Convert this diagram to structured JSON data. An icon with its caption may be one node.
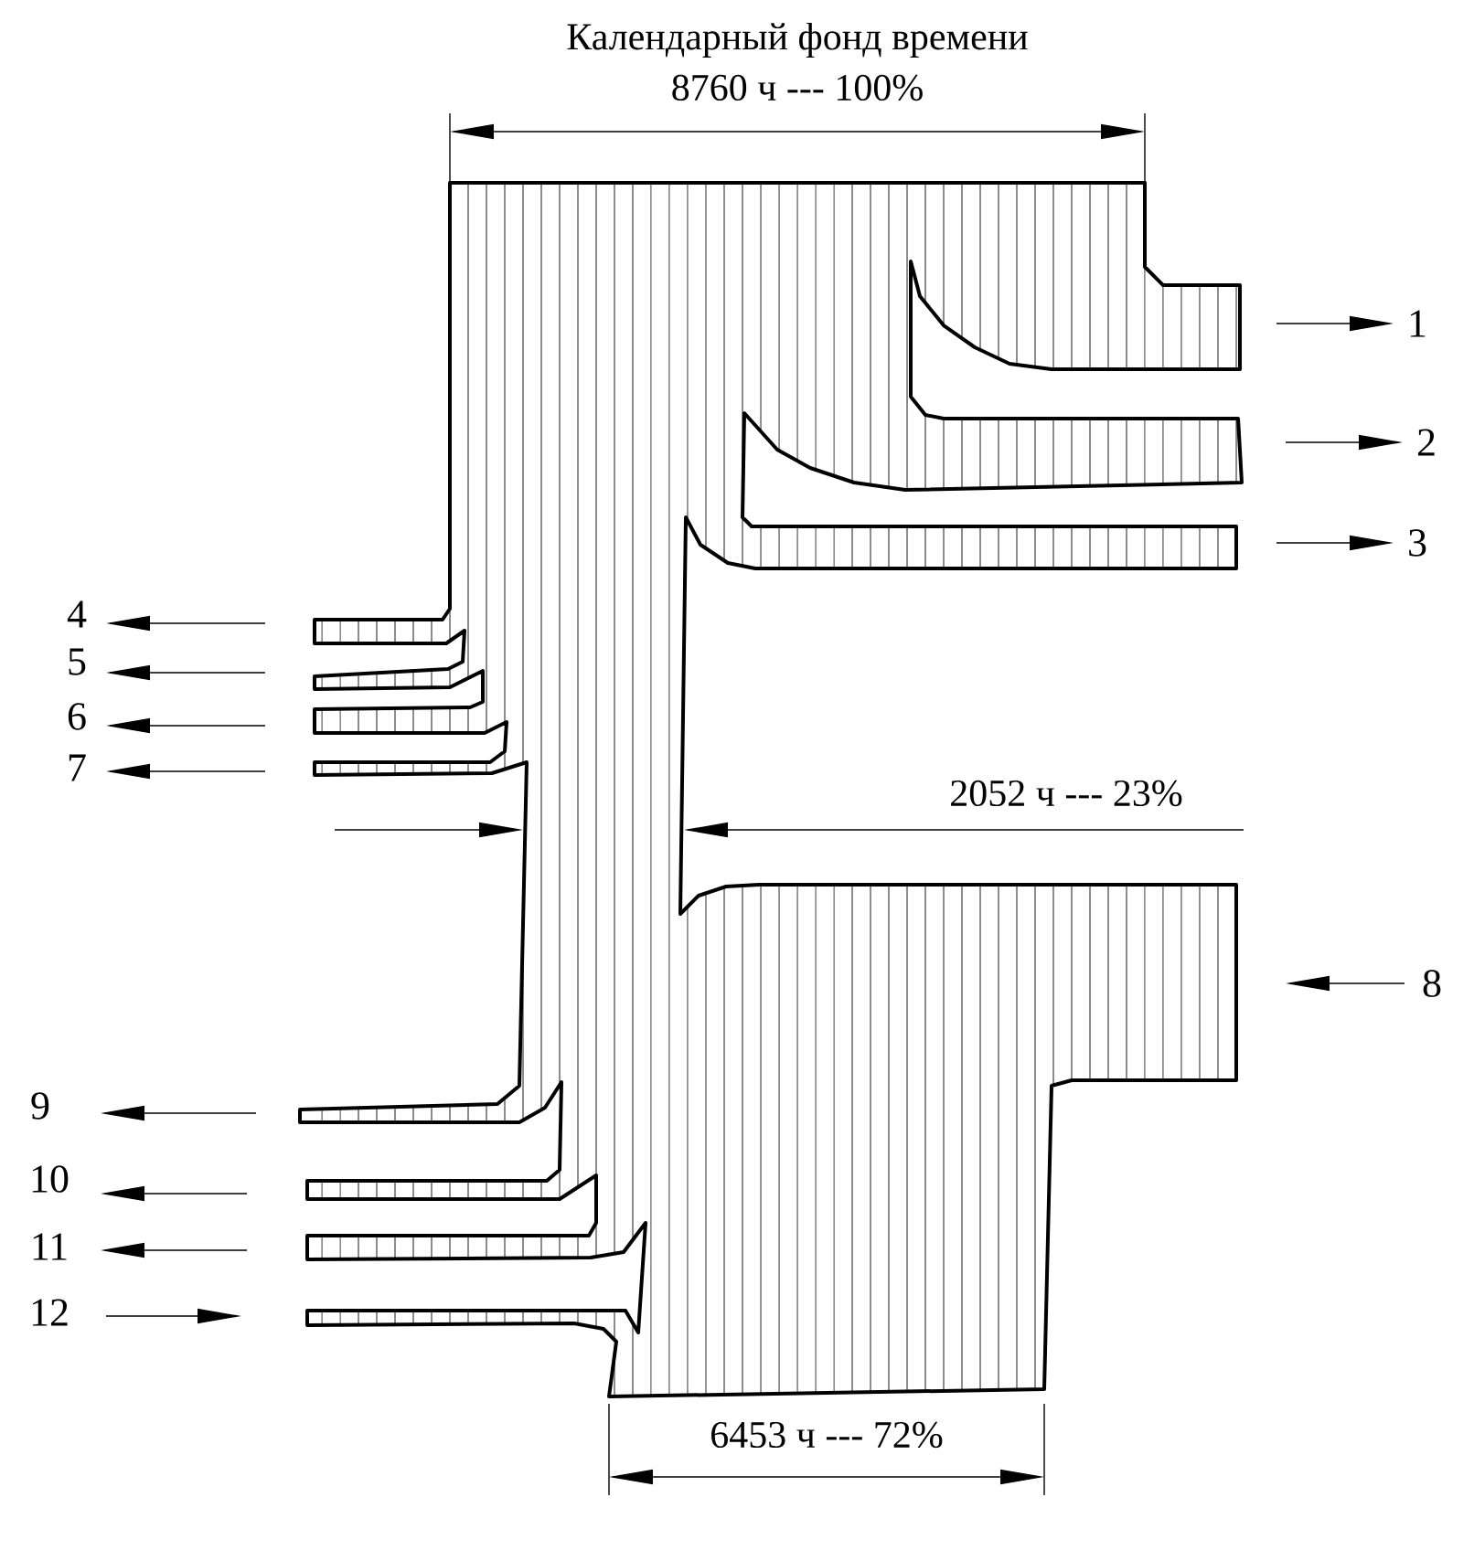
{
  "diagram": {
    "title": "Календарный фонд времени",
    "labels": [
      "8760 ч --- 100%",
      "1",
      "2",
      "3",
      "4",
      "5",
      "6",
      "7",
      "2052 ч --- 23%",
      "8",
      "9",
      "10",
      "11",
      "12",
      "6453 ч --- 72%"
    ]
  }
}
